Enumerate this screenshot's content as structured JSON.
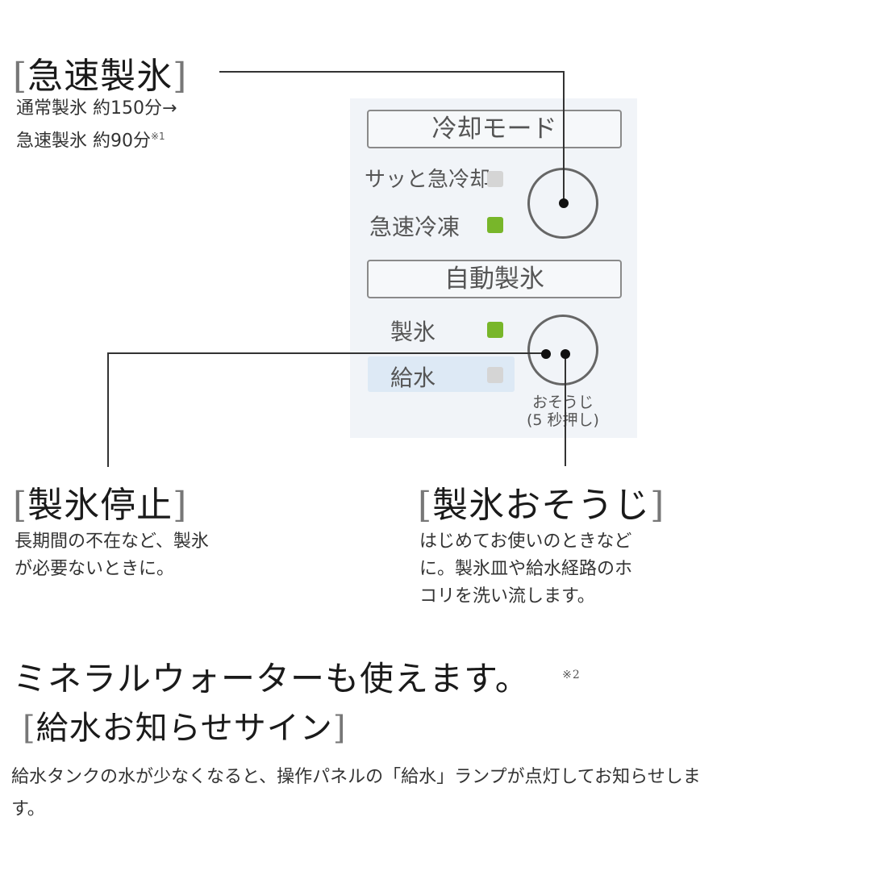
{
  "callouts": {
    "quick_ice": {
      "title": "急速製氷",
      "lines": [
        "通常製氷 約150分→",
        "急速製氷 約90分"
      ],
      "footnote": "※1"
    },
    "ice_stop": {
      "title": "製氷停止",
      "lines": [
        "長期間の不在など、製氷",
        "が必要ないときに。"
      ]
    },
    "ice_clean": {
      "title": "製氷おそうじ",
      "lines": [
        "はじめてお使いのときなど",
        "に。製氷皿や給水経路のホ",
        "コリを洗い流します。"
      ]
    }
  },
  "brackets": {
    "open": "[",
    "close": "]"
  },
  "panel": {
    "cooling_mode": {
      "heading": "冷却モード",
      "rows": [
        {
          "label": "サッと急冷却",
          "lamp": "off"
        },
        {
          "label": "急速冷凍",
          "lamp": "on"
        }
      ],
      "knob_icon": "dial-button-icon"
    },
    "auto_ice": {
      "heading": "自動製氷",
      "rows": [
        {
          "label": "製氷",
          "lamp": "on"
        },
        {
          "label": "給水",
          "lamp": "off",
          "highlighted": true
        }
      ],
      "clean_note_1": "おそうじ",
      "clean_note_2": "(5 秒押し)"
    },
    "colors": {
      "lamp_on": "#78b62a",
      "lamp_off": "#d5d5d5",
      "panel_bg": "#f1f4f8",
      "highlight": "#dde9f5"
    }
  },
  "mineral": {
    "headline": "ミネラルウォーターも使えます。",
    "footnote": "※2",
    "subtitle": "給水お知らせサイン",
    "body_line1": "給水タンクの水が少なくなると、操作パネルの「給水」ランプが点灯してお知らせしま",
    "body_line2": "す。"
  }
}
